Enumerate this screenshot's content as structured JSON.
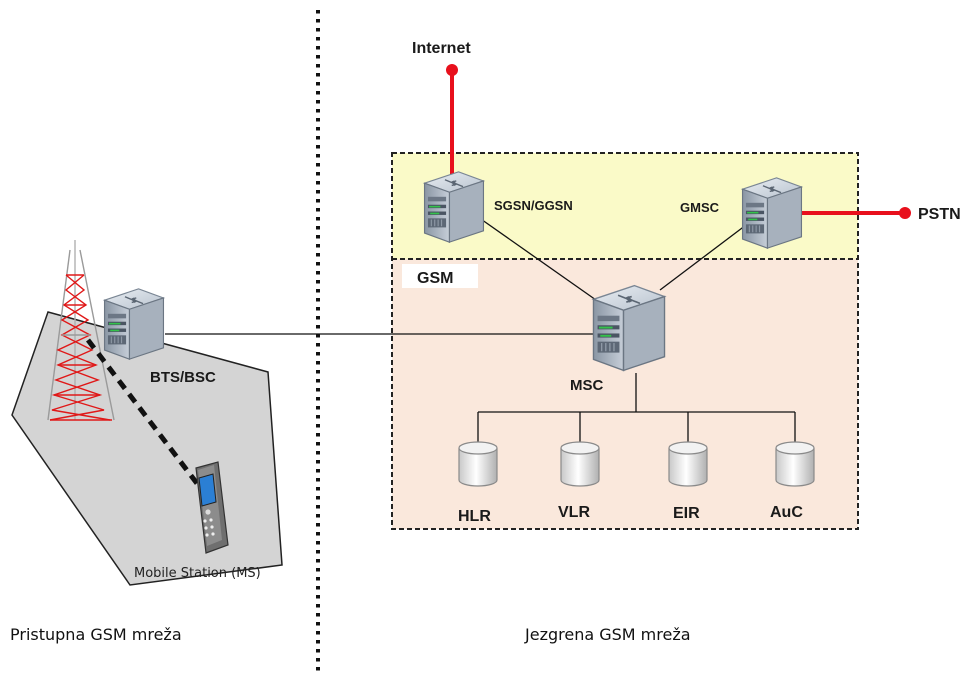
{
  "labels": {
    "internet": "Internet",
    "pstn": "PSTN",
    "sgsn_ggsn": "SGSN/GGSN",
    "gmsc": "GMSC",
    "gsm_box": "GSM",
    "bts_bsc": "BTS/BSC",
    "msc": "MSC",
    "hlr": "HLR",
    "vlr": "VLR",
    "eir": "EIR",
    "auc": "AuC",
    "mobile_station": "Mobile Station (MS)"
  },
  "sections": {
    "access": "Pristupna GSM mreža",
    "core": "Jezgrena GSM mreža"
  },
  "colors": {
    "external_link": "#e8101c",
    "data_zone": "#fafac8",
    "core_zone": "#fae8dc",
    "cell_area": "#d4d4d4",
    "tower_red": "#e01818"
  }
}
